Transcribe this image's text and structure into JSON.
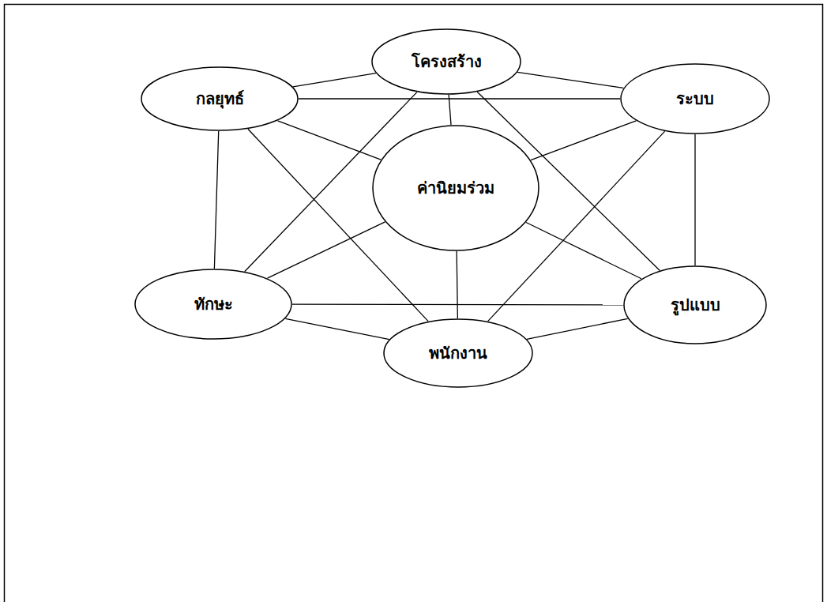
{
  "diagram": {
    "nodes": [
      {
        "text": [
          "โครงสร้าง"
        ]
      },
      {
        "text": [
          "กลยุทธ์"
        ]
      },
      {
        "text": [
          "ระบบ"
        ]
      },
      {
        "text": [
          "ค่านิยมร่วม"
        ]
      },
      {
        "text": [
          "ทักษะ"
        ]
      },
      {
        "text": [
          "รูปแบบ"
        ]
      },
      {
        "text": [
          "พนักงาน"
        ]
      }
    ],
    "edges": [
      {
        "from": 1,
        "to": 0,
        "arrow": "none"
      },
      {
        "from": 0,
        "to": 2,
        "arrow": "none"
      },
      {
        "from": 1,
        "to": 2,
        "arrow": "none"
      },
      {
        "from": 1,
        "to": 3,
        "arrow": "none"
      },
      {
        "from": 2,
        "to": 3,
        "arrow": "none"
      },
      {
        "from": 0,
        "to": 3,
        "arrow": "none"
      },
      {
        "from": 0,
        "to": 4,
        "arrow": "none"
      },
      {
        "from": 0,
        "to": 5,
        "arrow": "none"
      },
      {
        "from": 1,
        "to": 4,
        "arrow": "none"
      },
      {
        "from": 1,
        "to": 6,
        "arrow": "none"
      },
      {
        "from": 2,
        "to": 5,
        "arrow": "none"
      },
      {
        "from": 2,
        "to": 6,
        "arrow": "none"
      },
      {
        "from": 3,
        "to": 4,
        "arrow": "none"
      },
      {
        "from": 3,
        "to": 5,
        "arrow": "none"
      },
      {
        "from": 3,
        "to": 6,
        "arrow": "none"
      },
      {
        "from": 4,
        "to": 5,
        "arrow": "none"
      },
      {
        "from": 4,
        "to": 6,
        "arrow": "none"
      },
      {
        "from": 5,
        "to": 6,
        "arrow": "none"
      }
    ]
  }
}
